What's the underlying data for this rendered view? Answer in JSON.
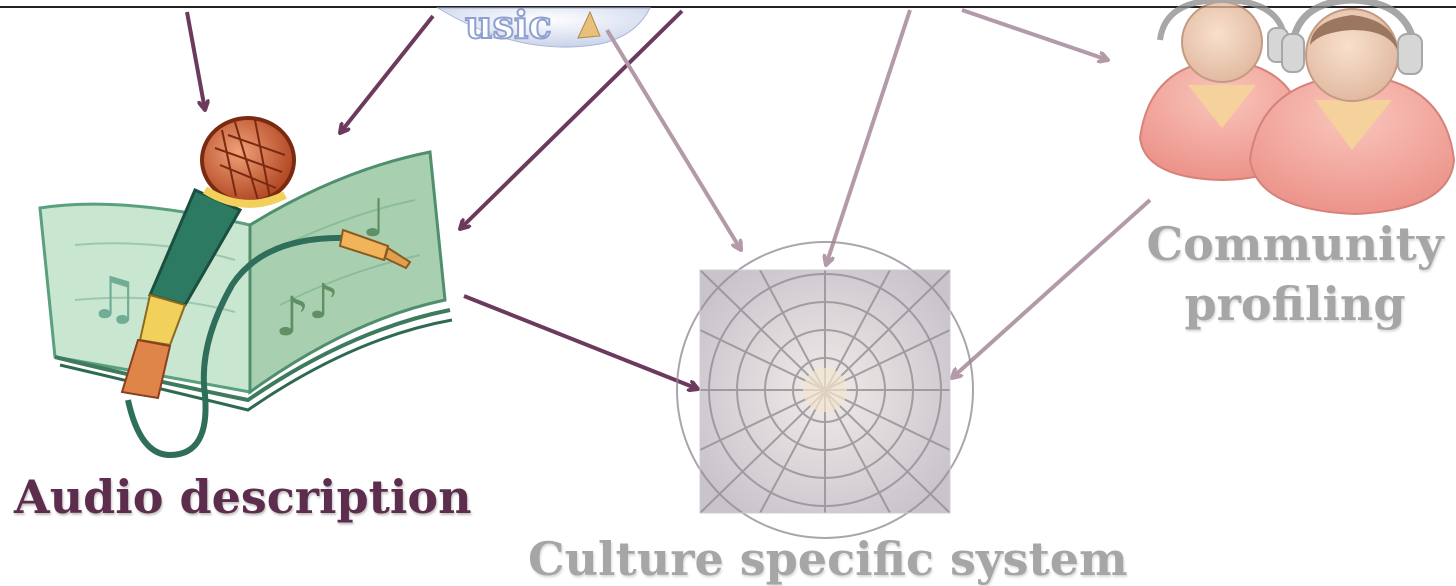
{
  "nodes": {
    "audio_description": "Audio description",
    "culture_specific_system": "Culture specific system",
    "community_profiling": "Community profiling",
    "music_clipart_partial_text": "usic"
  },
  "colors": {
    "dark_arrow": "#6b3a5c",
    "light_arrow": "#b39aa8",
    "dark_label": "#5c2d4c",
    "light_label": "#a6a6a6"
  },
  "icons": [
    "music-clipart-icon",
    "microphone-songbook-icon",
    "dome-photo-icon",
    "community-users-icon"
  ]
}
